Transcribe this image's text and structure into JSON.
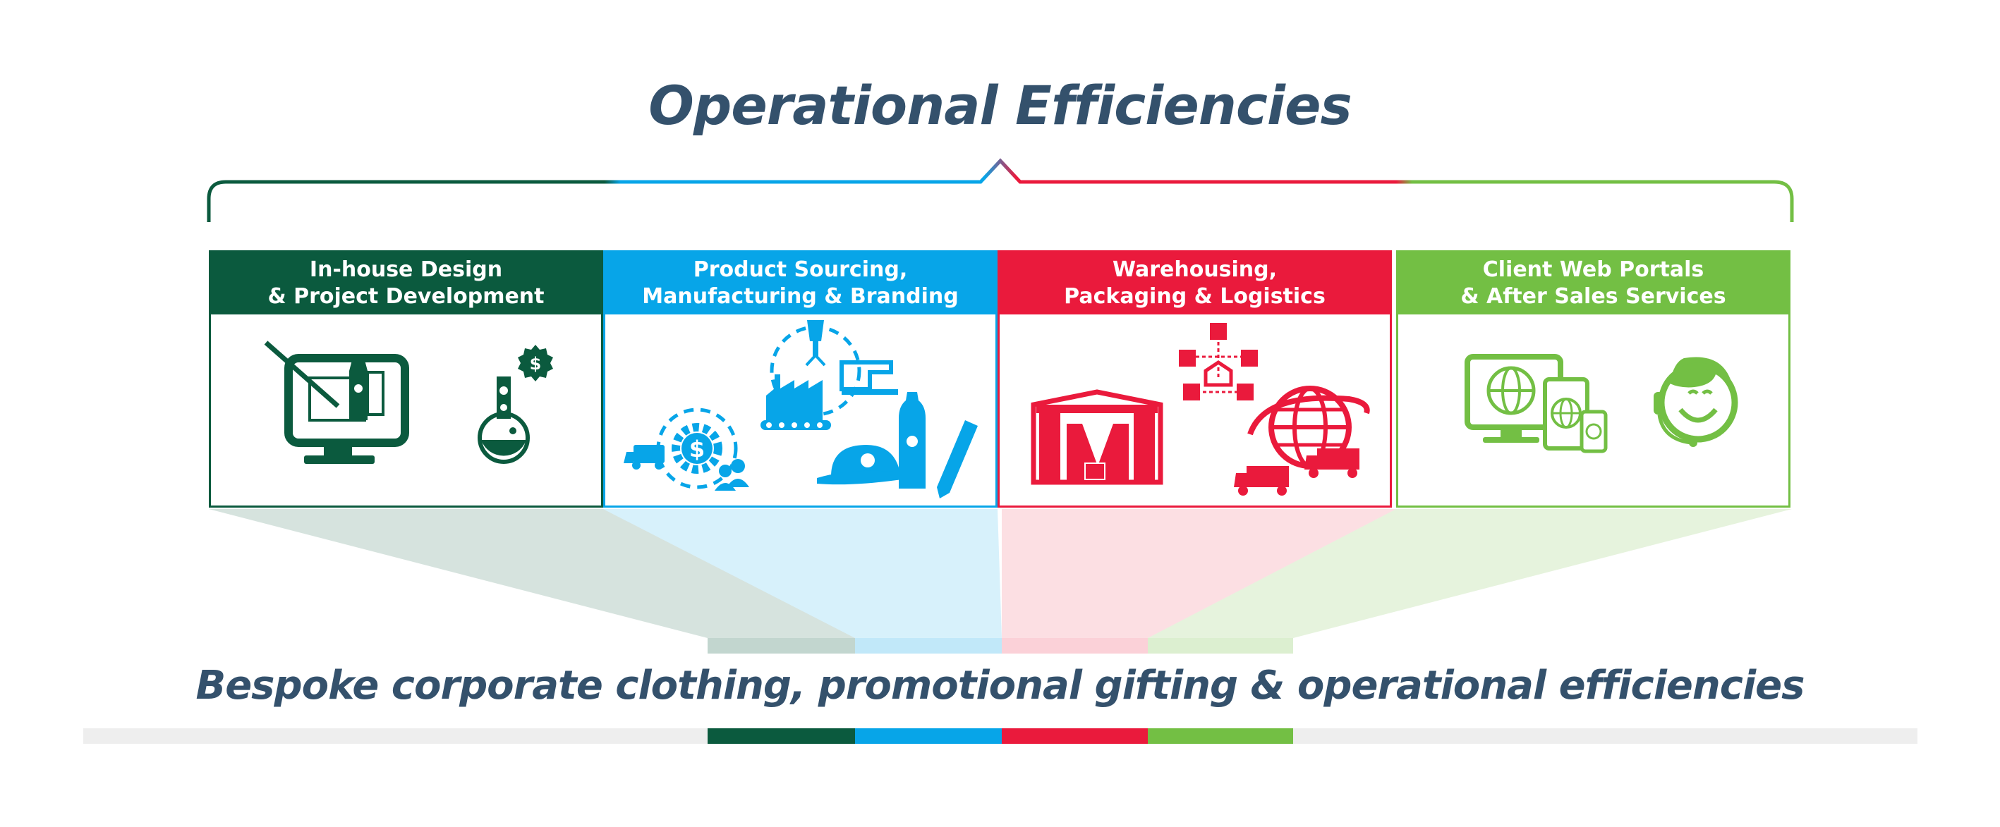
{
  "title": "Operational Efficiencies",
  "subtitle": "Bespoke corporate clothing, promotional gifting & operational efficiencies",
  "colors": {
    "dark_green": "#0b5a3e",
    "blue": "#07a5e8",
    "red": "#ea1a3c",
    "green": "#73bf44",
    "text": "#34516c",
    "gray_bar": "#eeeeee"
  },
  "pillars": [
    {
      "line1": "In-house Design",
      "line2": "& Project Development"
    },
    {
      "line1": "Product Sourcing,",
      "line2": "Manufacturing & Branding"
    },
    {
      "line1": "Warehousing,",
      "line2": "Packaging & Logistics"
    },
    {
      "line1": "Client Web Portals",
      "line2": "& After Sales Services"
    }
  ],
  "icons": {
    "design": [
      "monitor-design-icon",
      "flask-icon",
      "dollar-badge-icon"
    ],
    "sourcing": [
      "mannequin-icon",
      "sewing-machine-icon",
      "factory-icon",
      "gear-dollar-icon",
      "truck-icon",
      "people-icon",
      "cap-icon",
      "bottle-icon",
      "pen-icon"
    ],
    "warehousing": [
      "warehouse-icon",
      "boxes-network-icon",
      "globe-icon",
      "delivery-trucks-icon"
    ],
    "portals": [
      "devices-globe-icon",
      "headset-agent-icon"
    ]
  }
}
